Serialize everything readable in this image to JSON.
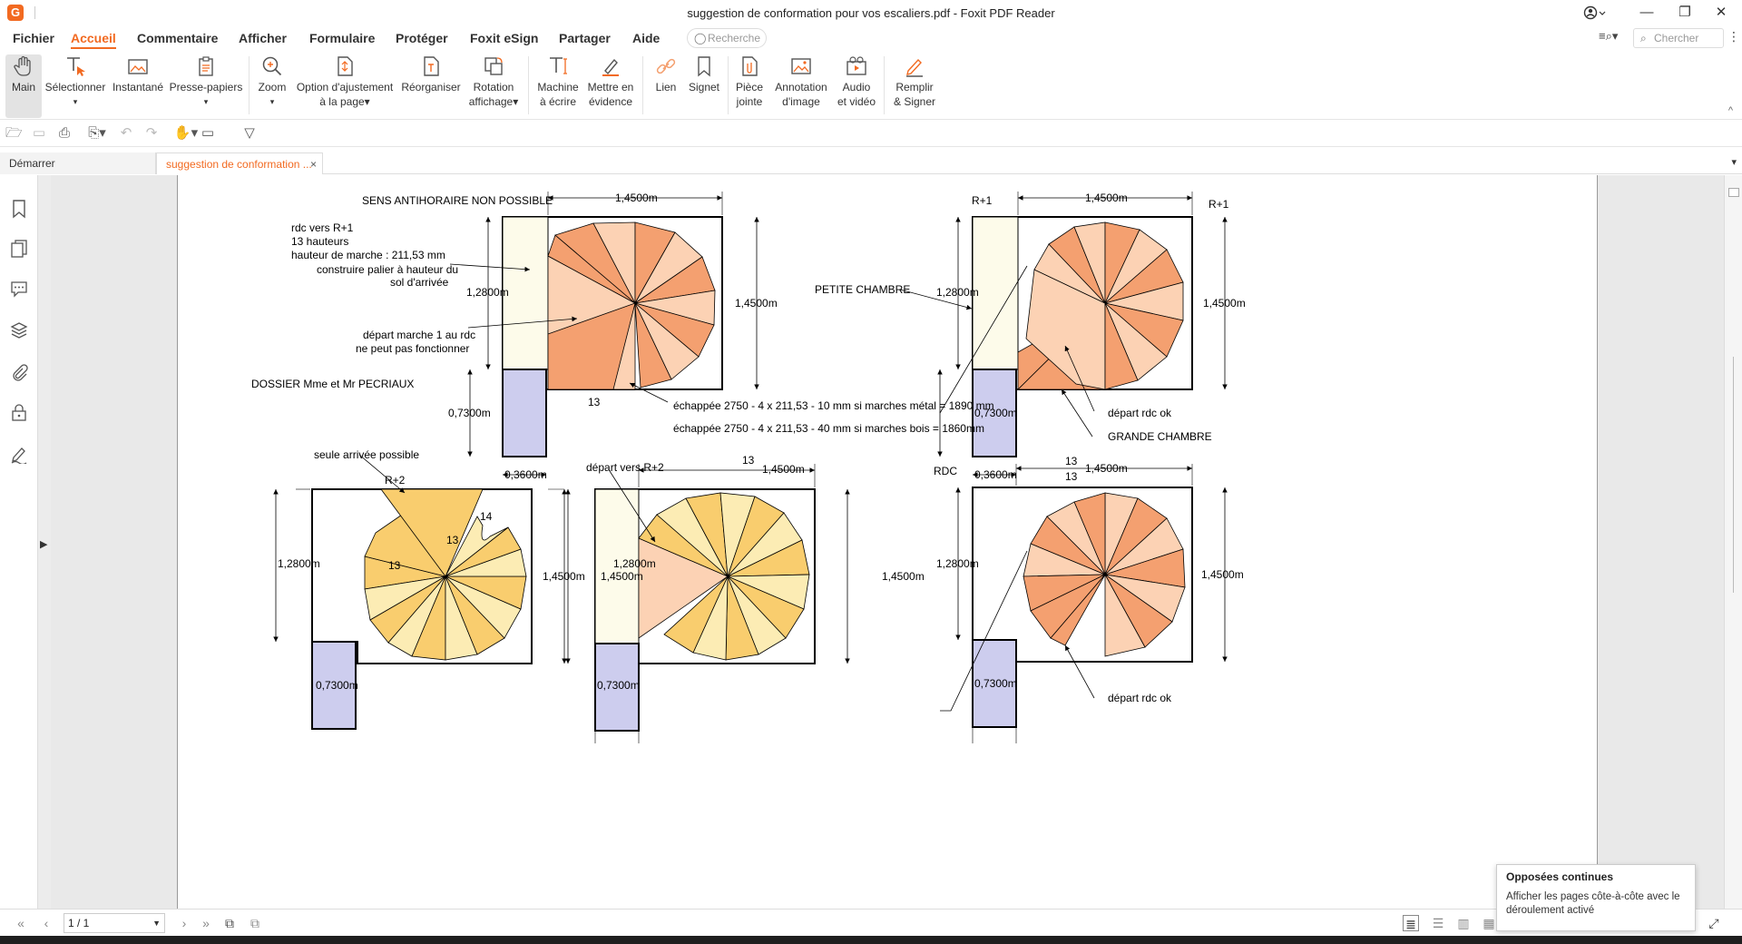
{
  "window": {
    "title": "suggestion de conformation pour vos escaliers.pdf - Foxit PDF Reader",
    "app_logo": "G",
    "controls": [
      "account-icon",
      "minimize-icon",
      "restore-icon",
      "close-icon"
    ]
  },
  "menu": {
    "items": [
      "Fichier",
      "Accueil",
      "Commentaire",
      "Afficher",
      "Formulaire",
      "Protéger",
      "Foxit eSign",
      "Partager",
      "Aide"
    ],
    "active": "Accueil",
    "search_placeholder": "Recherche",
    "find_placeholder": "Chercher"
  },
  "ribbon": {
    "buttons": [
      {
        "label1": "Main",
        "label2": "",
        "icon": "hand-icon"
      },
      {
        "label1": "Sélectionner",
        "label2": "▾",
        "icon": "select-text-icon"
      },
      {
        "label1": "Instantané",
        "label2": "",
        "icon": "snapshot-icon"
      },
      {
        "label1": "Presse-papiers",
        "label2": "▾",
        "icon": "clipboard-icon"
      },
      {
        "label1": "Zoom",
        "label2": "▾",
        "icon": "zoom-icon"
      },
      {
        "label1": "Option d'ajustement",
        "label2": "à la page▾",
        "icon": "fit-page-icon"
      },
      {
        "label1": "Réorganiser",
        "label2": "",
        "icon": "reorganize-icon"
      },
      {
        "label1": "Rotation",
        "label2": "affichage▾",
        "icon": "rotate-icon"
      },
      {
        "label1": "Machine",
        "label2": "à écrire",
        "icon": "typewriter-icon"
      },
      {
        "label1": "Mettre en",
        "label2": "évidence",
        "icon": "highlight-icon"
      },
      {
        "label1": "Lien",
        "label2": "",
        "icon": "link-icon"
      },
      {
        "label1": "Signet",
        "label2": "",
        "icon": "bookmark-icon"
      },
      {
        "label1": "Pièce",
        "label2": "jointe",
        "icon": "attachment-icon"
      },
      {
        "label1": "Annotation",
        "label2": "d'image",
        "icon": "image-annotation-icon"
      },
      {
        "label1": "Audio",
        "label2": "et vidéo",
        "icon": "audio-video-icon"
      },
      {
        "label1": "Remplir",
        "label2": "& Signer",
        "icon": "fill-sign-icon"
      }
    ],
    "collapse_icon": "^"
  },
  "tabs": {
    "start": "Démarrer",
    "document": "suggestion de conformation ...",
    "close_icon": "×",
    "overflow_icon": "▾"
  },
  "colors": {
    "accent": "#f26a21",
    "dark_orange": "#f4a070",
    "light_orange": "#fcd2b4",
    "dark_yellow": "#f9cd6e",
    "light_yellow": "#fcecb4",
    "cream": "#fdfbea",
    "lavender": "#cdcdee"
  },
  "drawing": {
    "labels": {
      "sens": "SENS ANTIHORAIRE NON POSSIBLE",
      "rdc1": "rdc vers R+1",
      "rdc2": "13 hauteurs",
      "rdc3": "hauteur de marche : 211,53 mm",
      "palier1": "construire palier à hauteur du",
      "palier2": "sol d'arrivée",
      "depart1": "départ marche 1 au rdc",
      "depart2": "ne peut pas fonctionner",
      "dossier": "DOSSIER Mme et Mr PECRIAUX",
      "thirteen": "13",
      "fourteen": "14",
      "echappee1": "échappée  2750 - 4 x 211,53 - 10 mm si marches métal = 1890 mm",
      "echappee2": "échappée  2750 - 4 x 211,53 - 40 mm si marches bois = 1860mm",
      "petite": "PETITE CHAMBRE",
      "r1": "R+1",
      "r2": "R+2",
      "rdc": "RDC",
      "depart_ok": "départ rdc ok",
      "grande": "GRANDE CHAMBRE",
      "seule": "seule arrivée possible",
      "depart_r2": "départ vers R+2",
      "dim_1450": "1,4500m",
      "dim_1280": "1,2800m",
      "dim_0730": "0,7300m",
      "dim_0360": "0,3600m"
    }
  },
  "status": {
    "page": "1 / 1",
    "tooltip_title": "Opposées continues",
    "tooltip_body": "Afficher les pages côte-à-côte avec le déroulement activé"
  }
}
